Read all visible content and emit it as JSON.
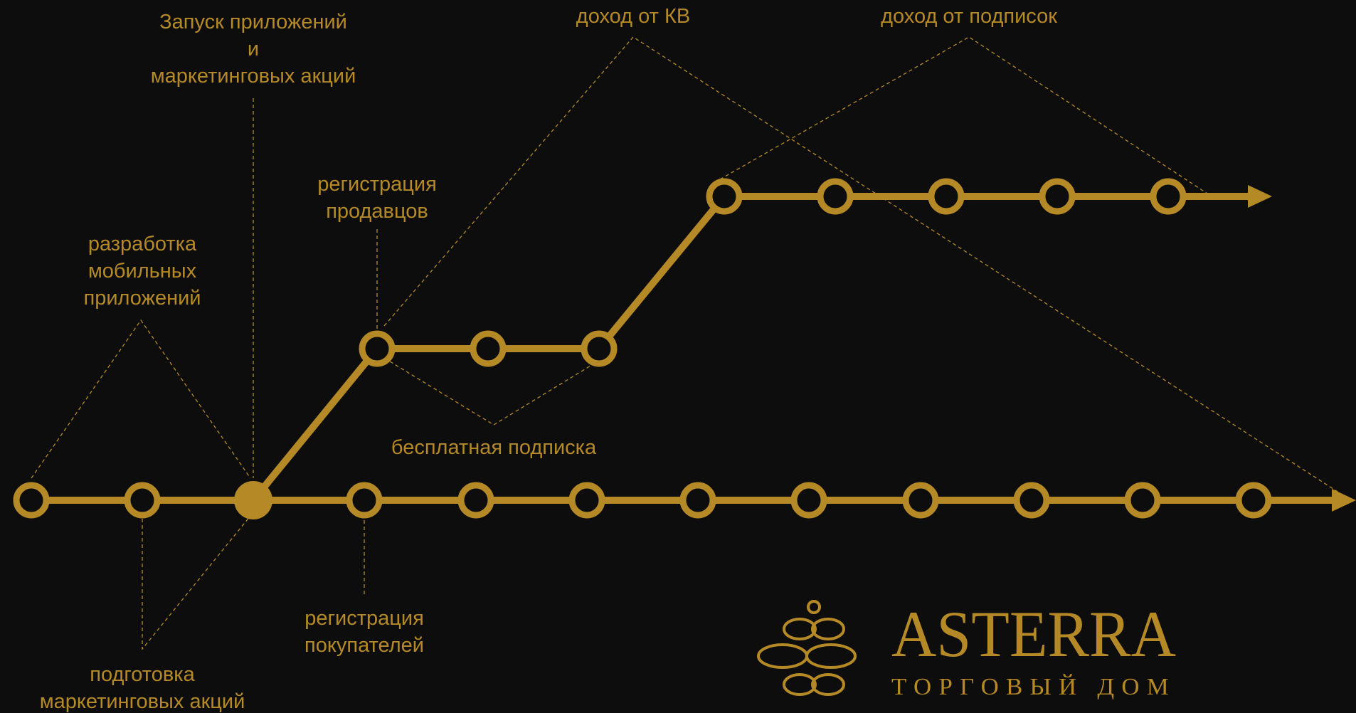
{
  "colors": {
    "background": "#0d0d0d",
    "gold": "#b58a26",
    "node_fill": "#0d0d0d"
  },
  "labels": {
    "launch_line1": "Запуск приложений",
    "launch_line2": "и",
    "launch_line3": "маркетинговых акций",
    "dev_line1": "разработка",
    "dev_line2": "мобильных",
    "dev_line3": "приложений",
    "prep_line1": "подготовка",
    "prep_line2": "маркетинговых акций",
    "sellers_line1": "регистрация",
    "sellers_line2": "продавцов",
    "buyers_line1": "регистрация",
    "buyers_line2": "покупателей",
    "free_sub": "бесплатная подписка",
    "income_kv": "доход от КВ",
    "income_subs": "доход от подписок"
  },
  "logo": {
    "name": "ASTERRA",
    "subtitle": "ТОРГОВЫЙ ДОМ",
    "icon": "infinity-knot-icon"
  }
}
